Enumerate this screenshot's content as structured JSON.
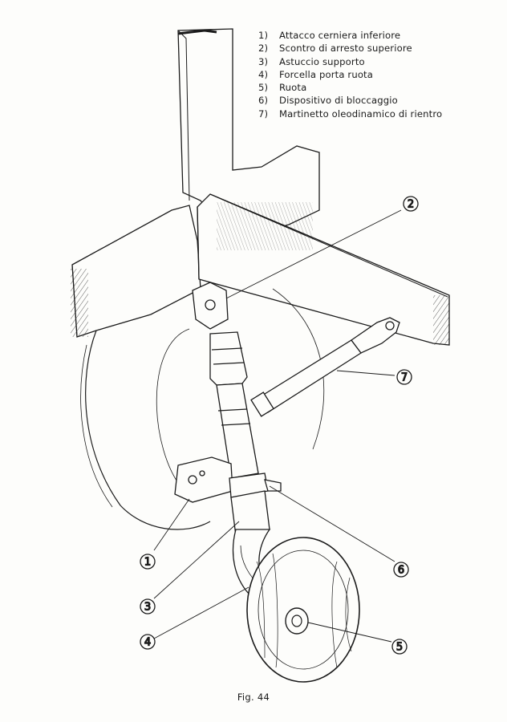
{
  "legend": [
    {
      "num": "1)",
      "text": "Attacco cerniera inferiore"
    },
    {
      "num": "2)",
      "text": "Scontro di arresto superiore"
    },
    {
      "num": "3)",
      "text": "Astuccio supporto"
    },
    {
      "num": "4)",
      "text": "Forcella porta ruota"
    },
    {
      "num": "5)",
      "text": "Ruota"
    },
    {
      "num": "6)",
      "text": "Dispositivo di bloccaggio"
    },
    {
      "num": "7)",
      "text": "Martinetto oleodinamico di rientro"
    }
  ],
  "callouts": [
    "1",
    "2",
    "3",
    "4",
    "5",
    "6",
    "7"
  ],
  "caption": "Fig. 44",
  "colors": {
    "ink": "#1b1b1b",
    "paper": "#fdfdfb"
  }
}
